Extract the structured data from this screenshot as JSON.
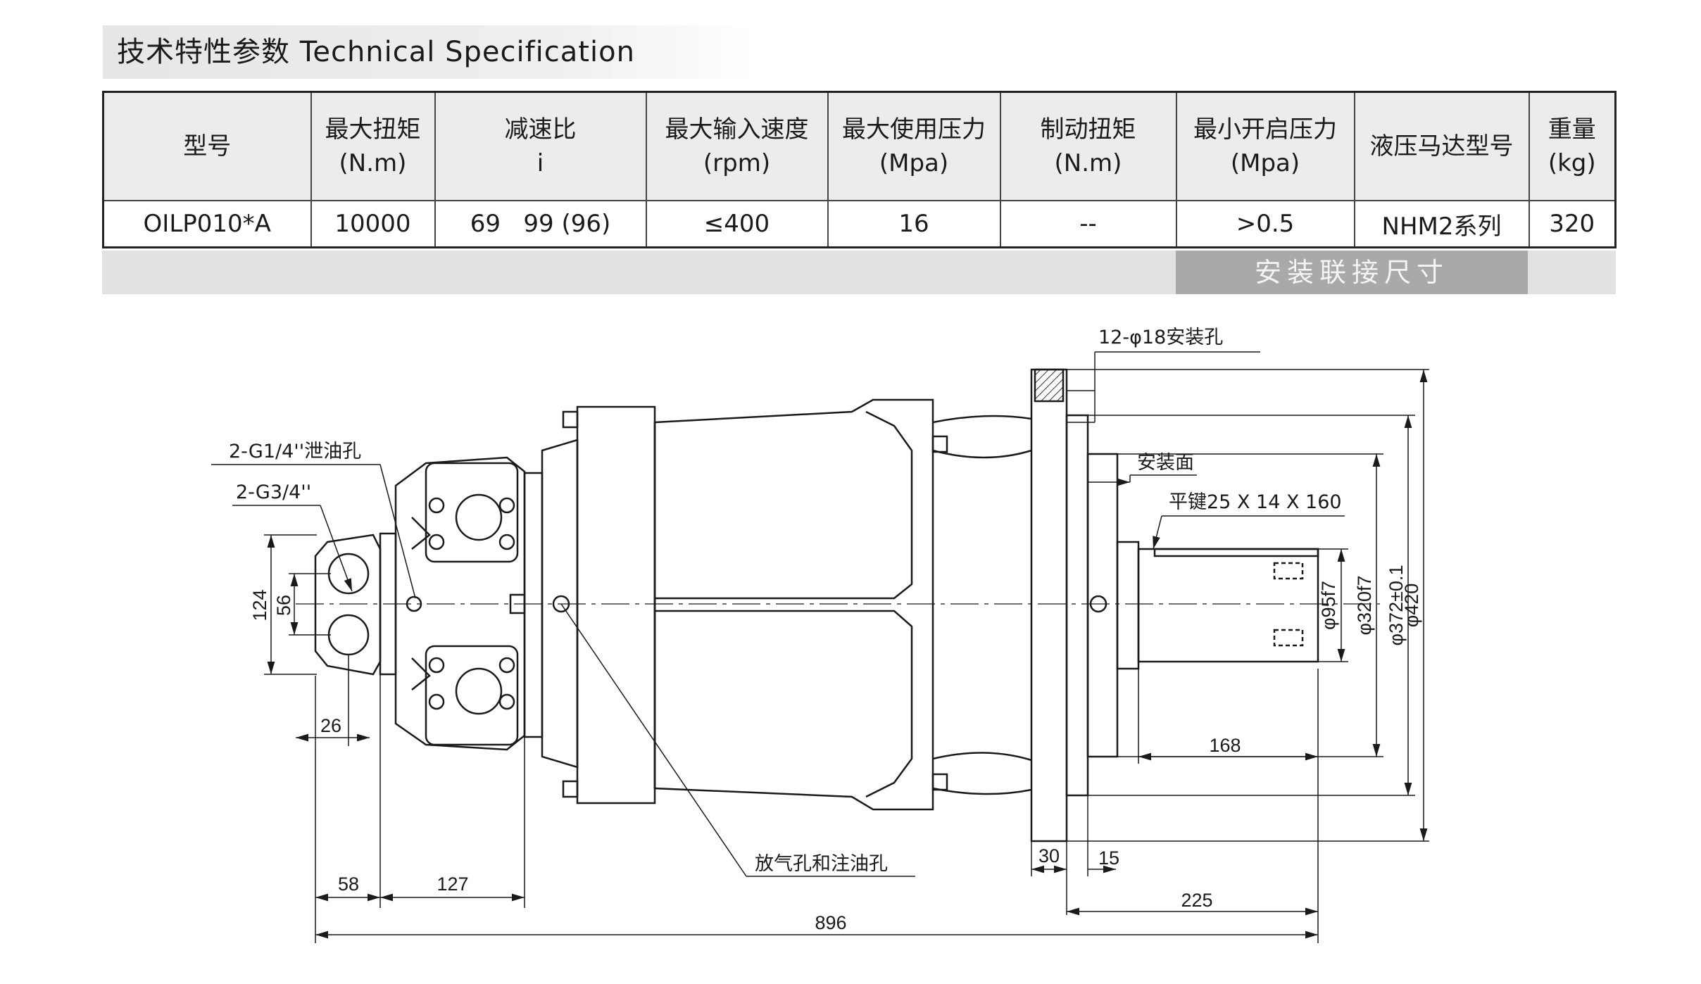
{
  "title": "技术特性参数  Technical Specification",
  "table": {
    "headers": [
      [
        "型号"
      ],
      [
        "最大扭矩",
        "(N.m)"
      ],
      [
        "减速比",
        "i"
      ],
      [
        "最大输入速度",
        "(rpm)"
      ],
      [
        "最大使用压力",
        "(Mpa)"
      ],
      [
        "制动扭矩",
        "(N.m)"
      ],
      [
        "最小开启压力",
        "(Mpa)"
      ],
      [
        "液压马达型号"
      ],
      [
        "重量",
        "(kg)"
      ]
    ],
    "row": [
      "OILP010*A",
      "10000",
      "69   99 (96)",
      "≤400",
      "16",
      "--",
      ">0.5",
      "NHM2系列",
      "320"
    ]
  },
  "section_label": "安装联接尺寸",
  "drawing": {
    "callouts": {
      "mount_holes": "12-φ18安装孔",
      "mount_face": "安装面",
      "flat_key": "平键25 X 14 X 160",
      "drain_port": "2-G1/4''泄油孔",
      "port": "2-G3/4''",
      "vent_fill": "放气孔和注油孔"
    },
    "dimensions": {
      "d124": "124",
      "d56": "56",
      "d26": "26",
      "d58": "58",
      "d127": "127",
      "d896": "896",
      "d30": "30",
      "d15": "15",
      "d225": "225",
      "d168": "168",
      "phi95": "φ95f7",
      "phi320": "φ320f7",
      "phi372": "φ372±0.1",
      "phi420": "φ420"
    }
  }
}
